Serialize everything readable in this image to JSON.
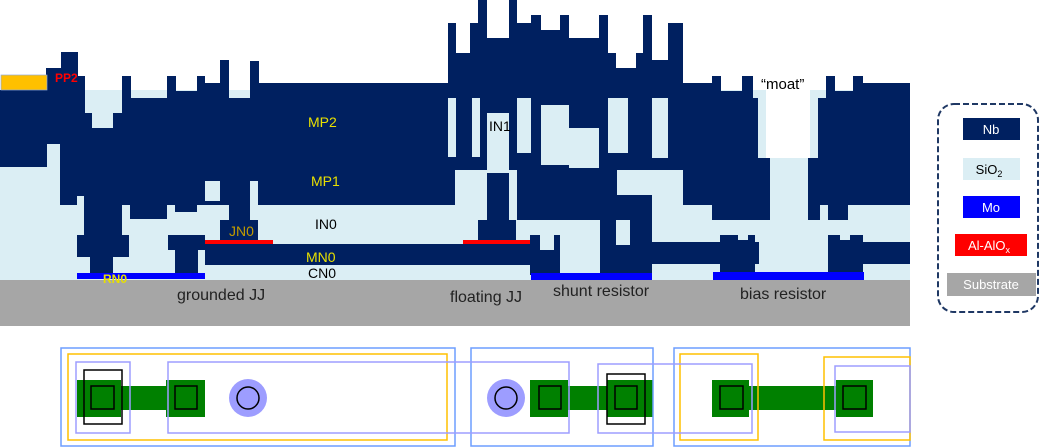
{
  "cross_section": {
    "layers": {
      "pp2": "PP2",
      "mp2": "MP2",
      "mp1": "MP1",
      "in0": "IN0",
      "in1": "IN1",
      "jn0": "JN0",
      "mn0": "MN0",
      "cn0": "CN0",
      "rn0": "RN0"
    },
    "annotations": {
      "moat": "“moat”",
      "grounded_jj": "grounded JJ",
      "floating_jj": "floating JJ",
      "shunt_resistor": "shunt resistor",
      "bias_resistor": "bias resistor"
    }
  },
  "legend": {
    "items": [
      {
        "label": "Nb",
        "color": "#002060",
        "text_color": "#ffffff"
      },
      {
        "label": "SiO",
        "sub": "2",
        "color": "#dbeef4",
        "text_color": "#000000"
      },
      {
        "label": "Mo",
        "color": "#0000ff",
        "text_color": "#ffffff"
      },
      {
        "label": "Al-AlO",
        "sub": "x",
        "color": "#ff0000",
        "text_color": "#ffffff"
      },
      {
        "label": "Substrate",
        "color": "#a6a6a6",
        "text_color": "#ffffff"
      }
    ]
  },
  "colors": {
    "nb": "#002060",
    "sio2": "#dbeef4",
    "mo": "#0000ff",
    "aloX": "#ff0000",
    "substrate": "#a6a6a6",
    "pp2": "#ffc000",
    "layout_green": "#008000",
    "layout_blue": "#6d9eff",
    "layout_purple": "#9d9dff",
    "layout_yellow": "#ffc000"
  }
}
